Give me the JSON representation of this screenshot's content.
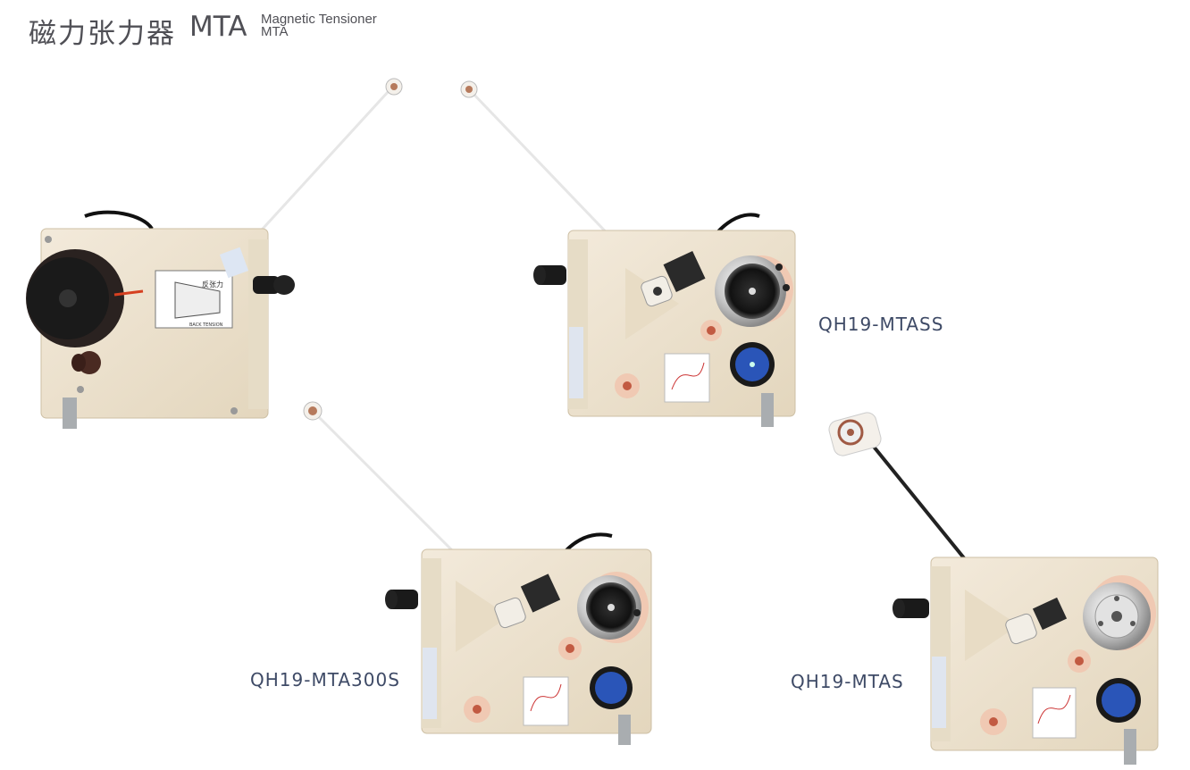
{
  "header": {
    "title_zh": "磁力张力器",
    "title_code": "MTA",
    "subtitle_en_line1": "Magnetic Tensioner",
    "subtitle_en_line2": "MTA"
  },
  "products": [
    {
      "model": ""
    },
    {
      "model": "QH19-MTASS"
    },
    {
      "model": "QH19-MTA300S"
    },
    {
      "model": "QH19-MTAS"
    }
  ],
  "device1_labels": {
    "gauge_zh": "反张力",
    "gauge_en": "BACK TENSION"
  },
  "colors": {
    "body": "#ede3cf",
    "body_edge": "#cdbfa4",
    "label_text": "#3e4a66",
    "title_text": "#505056",
    "knob_blue": "#2a55b8",
    "peach": "#f0c9b3"
  }
}
